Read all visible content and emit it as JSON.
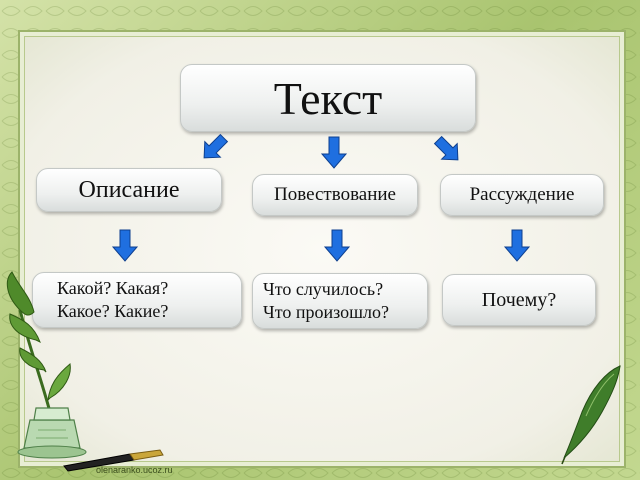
{
  "diagram": {
    "root": {
      "label": "Текст"
    },
    "types": [
      {
        "label": "Описание"
      },
      {
        "label": "Повествование"
      },
      {
        "label": "Рассуждение"
      }
    ],
    "questions": [
      {
        "line1": "Какой? Какая?",
        "line2": "Какое? Какие?"
      },
      {
        "line1": "Что случилось?",
        "line2": "Что произошло?"
      },
      {
        "line1": "Почему?"
      }
    ],
    "arrow_color": "#1f6fe0"
  },
  "footer": {
    "text": "olenaranko.ucoz.ru"
  }
}
